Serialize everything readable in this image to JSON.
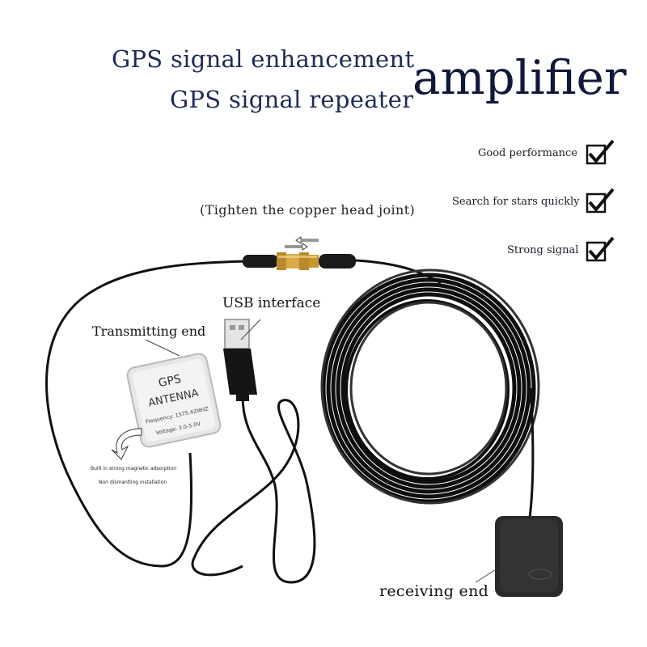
{
  "title": {
    "line1": "GPS signal enhancement",
    "line2": "GPS signal repeater",
    "big": "amplifier"
  },
  "features": [
    {
      "label": "Good performance",
      "icon": "checkbox-checked-icon"
    },
    {
      "label": "Search for stars quickly",
      "icon": "checkbox-checked-icon"
    },
    {
      "label": "Strong signal",
      "icon": "checkbox-checked-icon"
    }
  ],
  "annotations": {
    "tighten": "(Tighten the copper head joint)",
    "usb": "USB interface",
    "transmitting": "Transmitting end",
    "receiving": "receiving end",
    "magnet_note1": "Built in strong magnetic adsorption",
    "magnet_note2": "Non dismantling installation"
  },
  "antenna_label": {
    "line1": "GPS",
    "line2": "ANTENNA",
    "frequency": "Frequency: 1575.42MHZ",
    "voltage": "Voltage: 3.0-5.0V"
  },
  "colors": {
    "title": "#1d2b55",
    "cable": "#111111",
    "connector": "#c9962e",
    "receiver": "#2a2a2a",
    "antenna_face": "#e6e6e6"
  }
}
